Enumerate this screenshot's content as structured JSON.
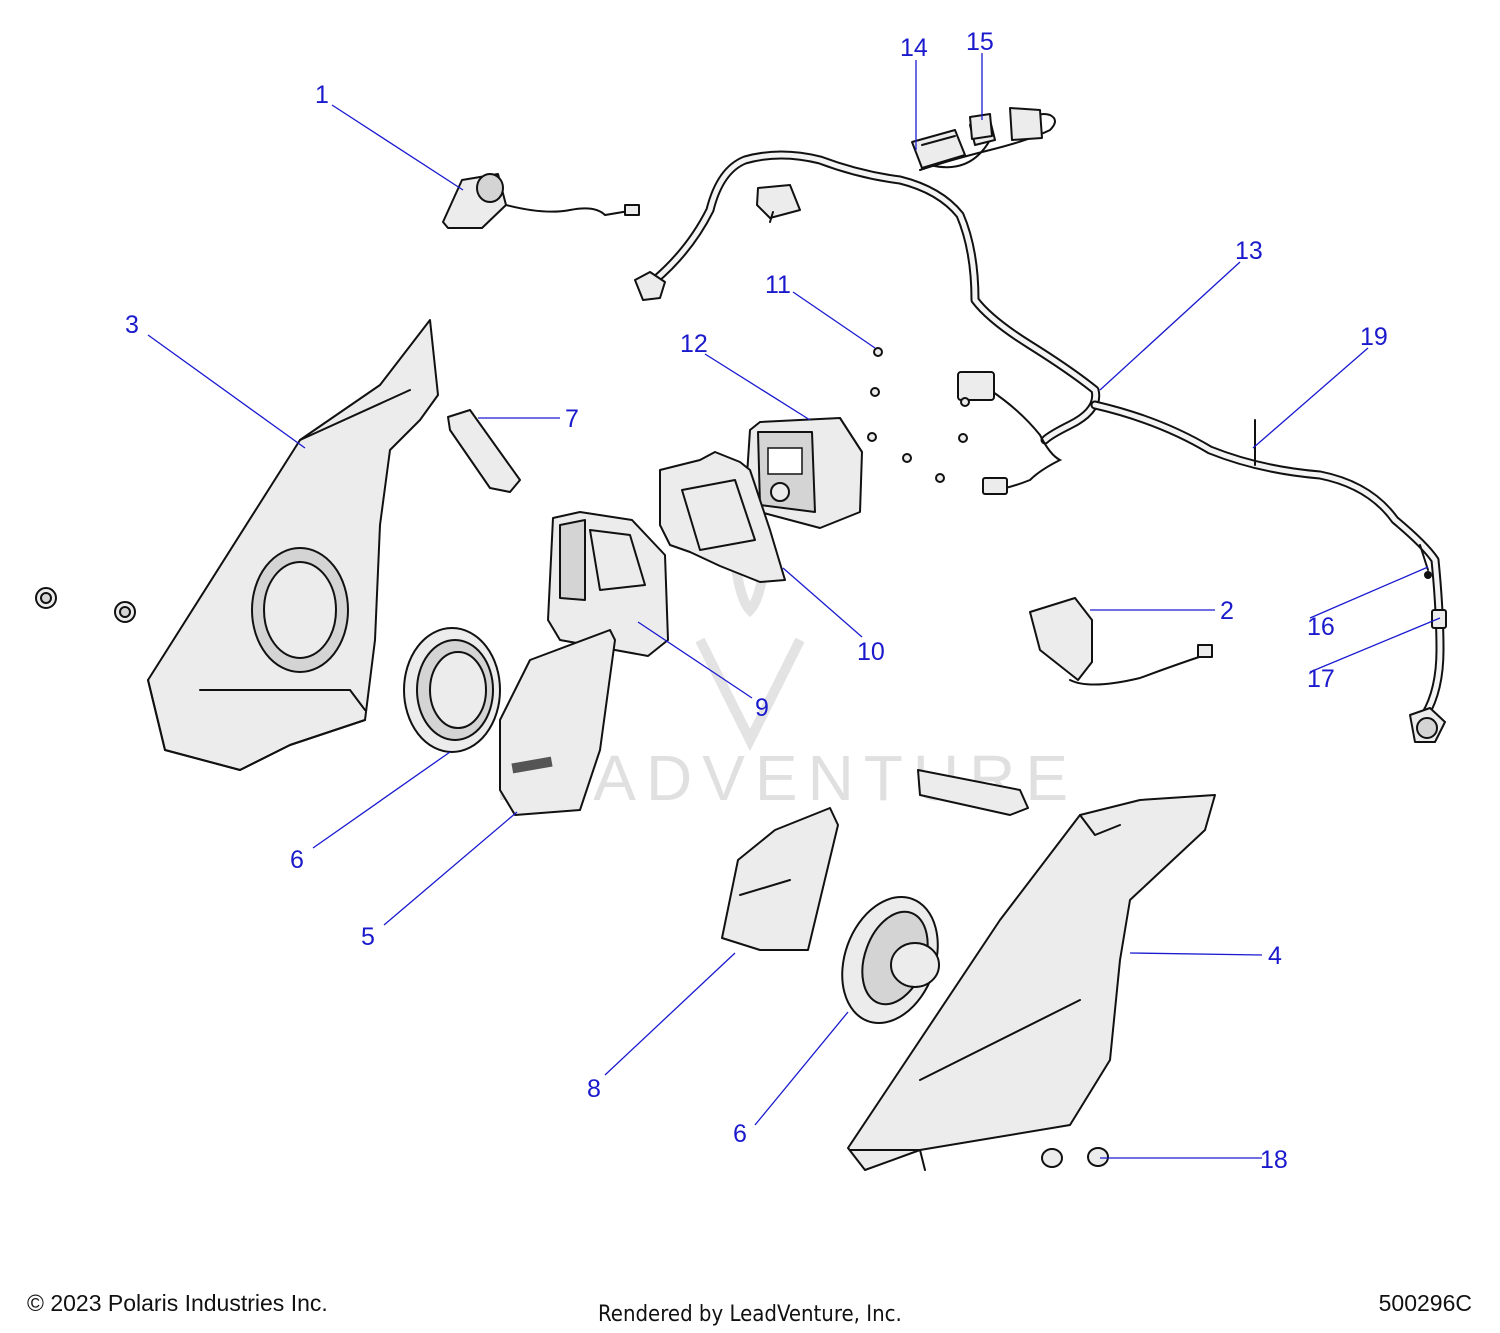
{
  "callouts": [
    {
      "id": "1",
      "text": "1"
    },
    {
      "id": "2",
      "text": "2"
    },
    {
      "id": "3",
      "text": "3"
    },
    {
      "id": "4",
      "text": "4"
    },
    {
      "id": "5",
      "text": "5"
    },
    {
      "id": "6a",
      "text": "6"
    },
    {
      "id": "6b",
      "text": "6"
    },
    {
      "id": "7",
      "text": "7"
    },
    {
      "id": "8",
      "text": "8"
    },
    {
      "id": "9",
      "text": "9"
    },
    {
      "id": "10",
      "text": "10"
    },
    {
      "id": "11",
      "text": "11"
    },
    {
      "id": "12",
      "text": "12"
    },
    {
      "id": "13",
      "text": "13"
    },
    {
      "id": "14",
      "text": "14"
    },
    {
      "id": "15",
      "text": "15"
    },
    {
      "id": "16",
      "text": "16"
    },
    {
      "id": "17",
      "text": "17"
    },
    {
      "id": "18",
      "text": "18"
    },
    {
      "id": "19",
      "text": "19"
    }
  ],
  "watermark": "LEADVENTURE",
  "footer": {
    "copyright": "© 2023 Polaris Industries Inc.",
    "rendered_by": "Rendered by LeadVenture, Inc.",
    "doc_number": "500296C"
  },
  "colors": {
    "callout": "#1a1acc",
    "leader": "#1a1ad0",
    "part_fill": "#ececec",
    "outline": "#111111",
    "watermark": "#c8c8c8"
  }
}
